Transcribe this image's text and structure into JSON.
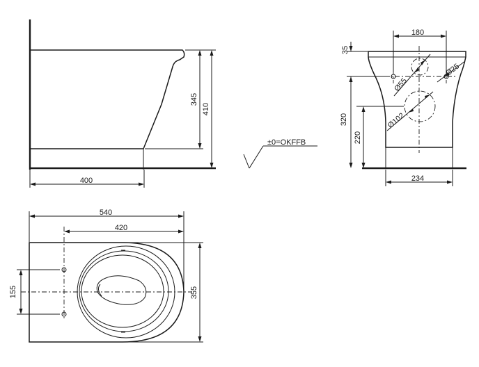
{
  "side_view": {
    "dim_length": "400",
    "dim_height_outer": "410",
    "dim_height_inner": "345",
    "floor_label": "±0=OKFFB"
  },
  "front_view": {
    "dim_top_width": "180",
    "dim_top_offset": "35",
    "dim_hole_small": "Ø25",
    "dim_hole_medium": "Ø55",
    "dim_outlet": "Ø102",
    "dim_height_320": "320",
    "dim_height_220": "220",
    "dim_base_width": "234"
  },
  "top_view": {
    "dim_total_length": "540",
    "dim_bolt_length": "420",
    "dim_bolt_spacing": "155",
    "dim_width": "355"
  }
}
